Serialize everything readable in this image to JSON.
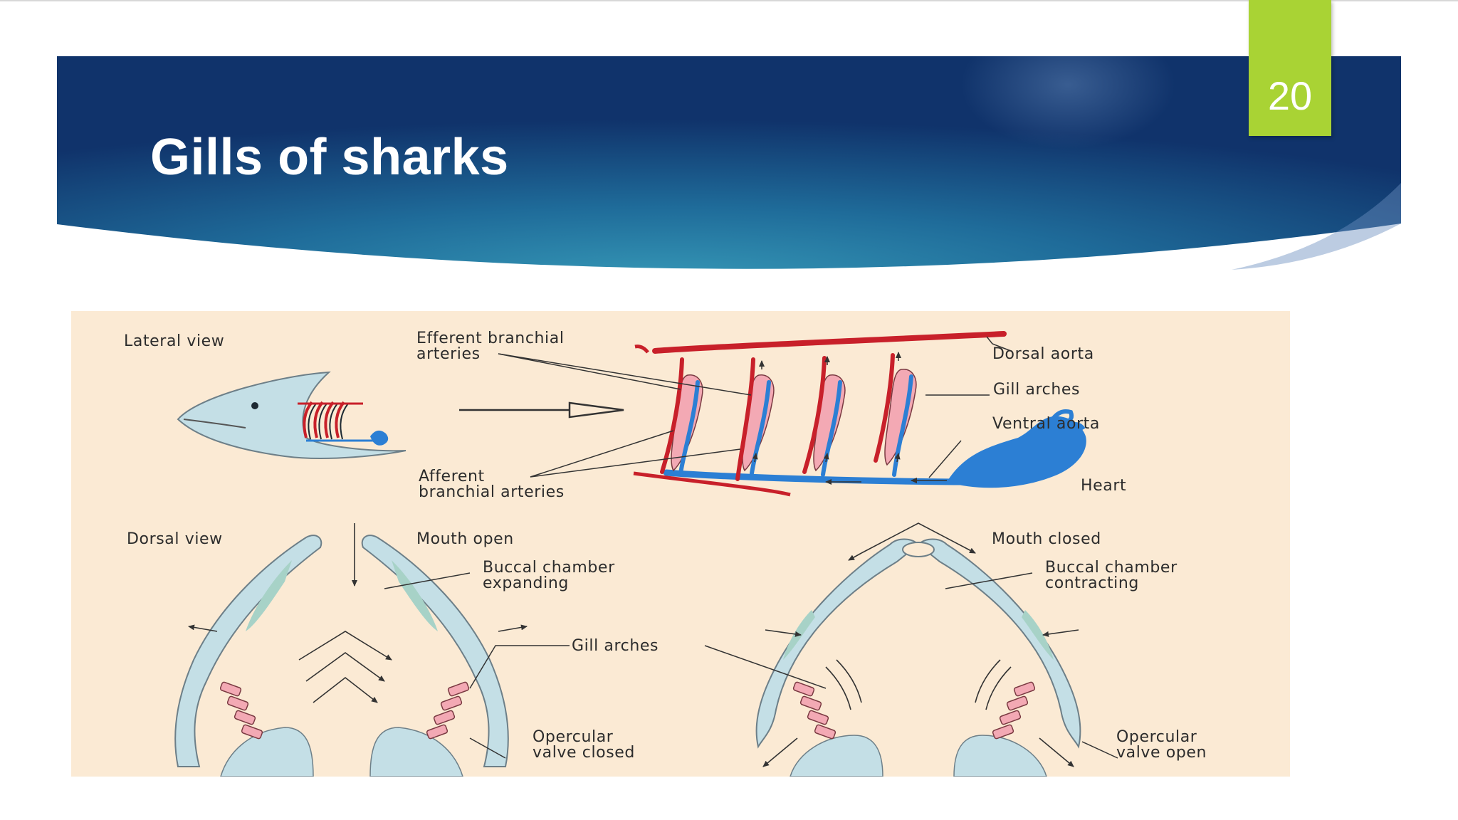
{
  "slide": {
    "title": "Gills of sharks",
    "page_number": "20",
    "colors": {
      "banner_dark": "#10336b",
      "banner_light": "#2f8fb0",
      "badge": "#a9d334",
      "figure_background": "#fbead4",
      "artery_red": "#c8202a",
      "vein_blue": "#2c7fd4",
      "gill_pink": "#f3a9b4"
    }
  },
  "figure": {
    "labels": {
      "lateral_view": "Lateral view",
      "efferent_line1": "Efferent branchial",
      "efferent_line2": "arteries",
      "dorsal_aorta": "Dorsal aorta",
      "gill_arches_top": "Gill arches",
      "ventral_aorta": "Ventral aorta",
      "afferent_line1": "Afferent",
      "afferent_line2": "branchial arteries",
      "heart": "Heart",
      "dorsal_view": "Dorsal view",
      "mouth_open": "Mouth open",
      "buccal_expanding_line1": "Buccal chamber",
      "buccal_expanding_line2": "expanding",
      "gill_arches_bottom": "Gill arches",
      "opercular_closed_line1": "Opercular",
      "opercular_closed_line2": "valve closed",
      "mouth_closed": "Mouth closed",
      "buccal_contracting_line1": "Buccal chamber",
      "buccal_contracting_line2": "contracting",
      "opercular_open_line1": "Opercular",
      "opercular_open_line2": "valve open"
    }
  }
}
